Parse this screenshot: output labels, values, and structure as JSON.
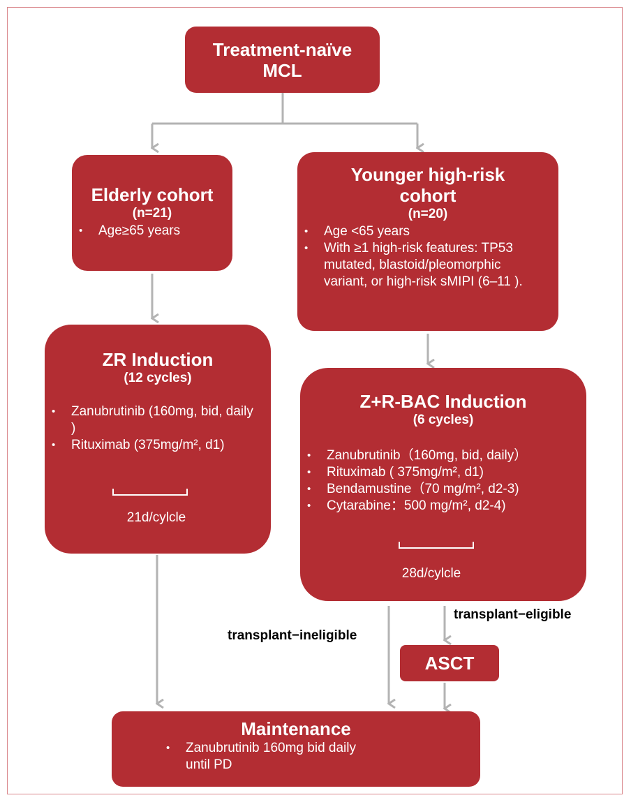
{
  "colors": {
    "box": "#b32d33",
    "arrow": "#b3b3b3",
    "frame": "#d9868a"
  },
  "start": {
    "line1": "Treatment-naïve",
    "line2": "MCL"
  },
  "elderly": {
    "title": "Elderly cohort",
    "n": "(n=21)",
    "bullets": [
      "Age≥65 years"
    ]
  },
  "younger": {
    "title_line1": "Younger high-risk",
    "title_line2": "cohort",
    "n": "(n=20)",
    "bullets": [
      "Age <65 years",
      "With ≥1 high-risk features: TP53 mutated, blastoid/pleomorphic variant, or high-risk sMIPI (6–11 )."
    ]
  },
  "zr": {
    "title": "ZR Induction",
    "cycles": "(12 cycles)",
    "bullets": [
      "Zanubrutinib (160mg, bid, daily )",
      "Rituximab (375mg/m², d1)"
    ],
    "cycle_label": "21d/cylcle"
  },
  "zrbac": {
    "title": "Z+R-BAC Induction",
    "cycles": "(6 cycles)",
    "bullets": [
      "Zanubrutinib（160mg, bid, daily）",
      "Rituximab ( 375mg/m², d1)",
      "Bendamustine（70 mg/m², d2-3)",
      "Cytarabine：500 mg/m², d2-4)"
    ],
    "cycle_label": "28d/cylcle"
  },
  "labels": {
    "ineligible": "transplant−ineligible",
    "eligible": "transplant−eligible"
  },
  "asct": {
    "title": "ASCT"
  },
  "maintenance": {
    "title": "Maintenance",
    "bullet": "Zanubrutinib 160mg bid  daily",
    "bullet_line2": "until PD"
  }
}
